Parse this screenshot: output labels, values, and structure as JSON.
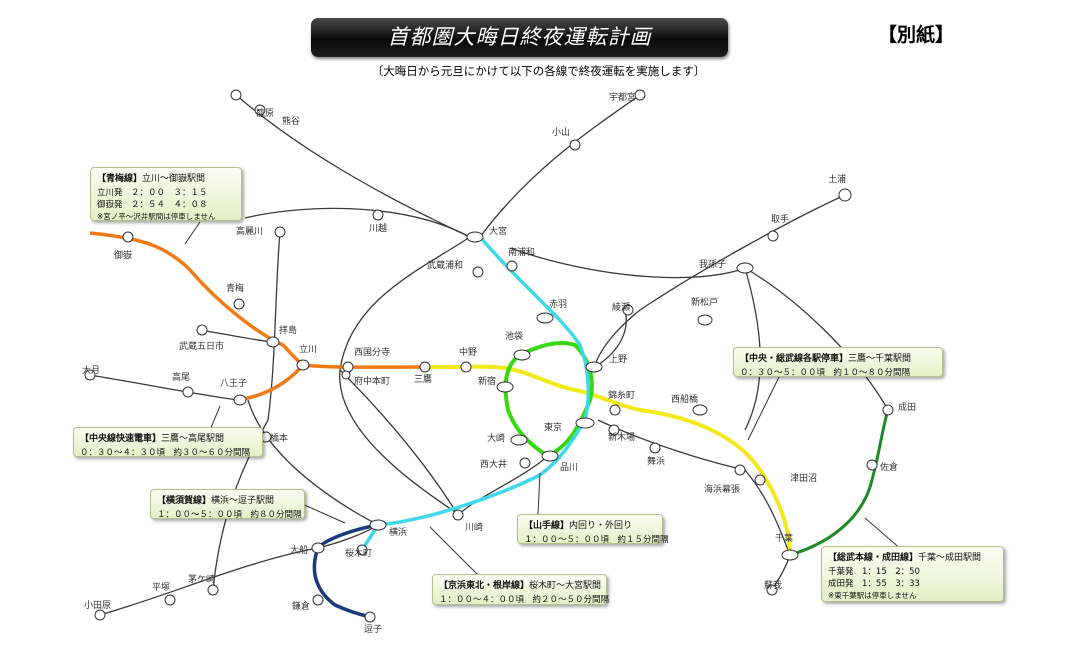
{
  "header": {
    "title": "首都圏大晦日終夜運転計画",
    "tag": "【別紙】",
    "subtitle": "〔大晦日から元旦にかけて以下の各線で終夜運転を実施します〕"
  },
  "colors": {
    "ome_line": "#ef7a16",
    "chuo_rapid": "#ef7a16",
    "chuo_sobu_local": "#f2e81a",
    "yamanote": "#36d80f",
    "keihin_tohoku": "#3fd8ea",
    "yokosuka": "#1b3a7a",
    "sobu_narita": "#1f8a28",
    "other_lines": "#3a3a3a"
  },
  "stations": {
    "kagohara": "籠原",
    "kumagaya": "熊谷",
    "utsunomiya": "宇都宮",
    "oyama": "小山",
    "omiya": "大宮",
    "minami_urawa": "南浦和",
    "kawagoe": "川越",
    "komagawa": "高麗川",
    "musashi_urawa": "武蔵浦和",
    "tsuchiura": "土浦",
    "toride": "取手",
    "abiko": "我孫子",
    "mikage": "御嶽",
    "ome": "青梅",
    "akabane": "赤羽",
    "ayase": "綾瀬",
    "shin_matsudo": "新松戸",
    "haijima": "拝島",
    "musashi_itsukaichi": "武蔵五日市",
    "tachikawa": "立川",
    "nishi_kokubunji": "西国分寺",
    "nakano": "中野",
    "ikebukuro": "池袋",
    "ueno": "上野",
    "otsuki": "大月",
    "takao": "高尾",
    "hachioji": "八王子",
    "mitaka": "三鷹",
    "shinjuku": "新宿",
    "fuchu_hommachi": "府中本町",
    "kinshicho": "錦糸町",
    "nishi_funabashi": "西船橋",
    "narita": "成田",
    "tokyo": "東京",
    "shin_kiba": "新木場",
    "hashimoto": "橋本",
    "osaki": "大崎",
    "maihama": "舞浜",
    "nishi_oi": "西大井",
    "shinagawa": "品川",
    "sakura": "佐倉",
    "tsudanuma": "津田沼",
    "kaihin_makuhari": "海浜幕張",
    "kawasaki": "川崎",
    "yokohama": "横浜",
    "ofuna": "大船",
    "sakuragicho": "桜木町",
    "chiba": "千葉",
    "soga": "蘇我",
    "chigasaki": "茅ケ崎",
    "hiratsuka": "平塚",
    "odawara": "小田原",
    "kamakura": "鎌倉",
    "zushi": "逗子"
  },
  "info_boxes": {
    "ome": {
      "name": "【青梅線】",
      "section": "立川～御嶽駅間",
      "rows": [
        "立川発　２：００　３：１５",
        "御嶽発　２：５４　４：０８"
      ],
      "note": "※宮ノ平～沢井駅間は停車しません"
    },
    "chuo_rapid": {
      "name": "【中央線快速電車】",
      "section": "三鷹～高尾駅間",
      "rows": [
        "０：３０～４：３０頃　約３０～６０分間隔"
      ]
    },
    "yokosuka": {
      "name": "【横須賀線】",
      "section": "横浜～逗子駅間",
      "rows": [
        "１：００～５：００頃　約８０分間隔"
      ]
    },
    "yamanote": {
      "name": "【山手線】",
      "section": "内回り・外回り",
      "rows": [
        "１：００～５：００頃　約１５分間隔"
      ]
    },
    "keihin_tohoku": {
      "name": "【京浜東北・根岸線】",
      "section": "桜木町～大宮駅間",
      "rows": [
        "１：００～４：００頃　約２０～５０分間隔"
      ]
    },
    "chuo_sobu_local": {
      "name": "【中央・総武線各駅停車】",
      "section": "三鷹～千葉駅間",
      "rows": [
        "０：３０～５：００頃　約１０～８０分間隔"
      ]
    },
    "sobu_narita": {
      "name": "【総武本線・成田線】",
      "section": "千葉～成田駅間",
      "rows": [
        "千葉発　1：15　2：50",
        "成田発　1：55　3：33"
      ],
      "note": "※東千葉駅は停車しません"
    }
  }
}
